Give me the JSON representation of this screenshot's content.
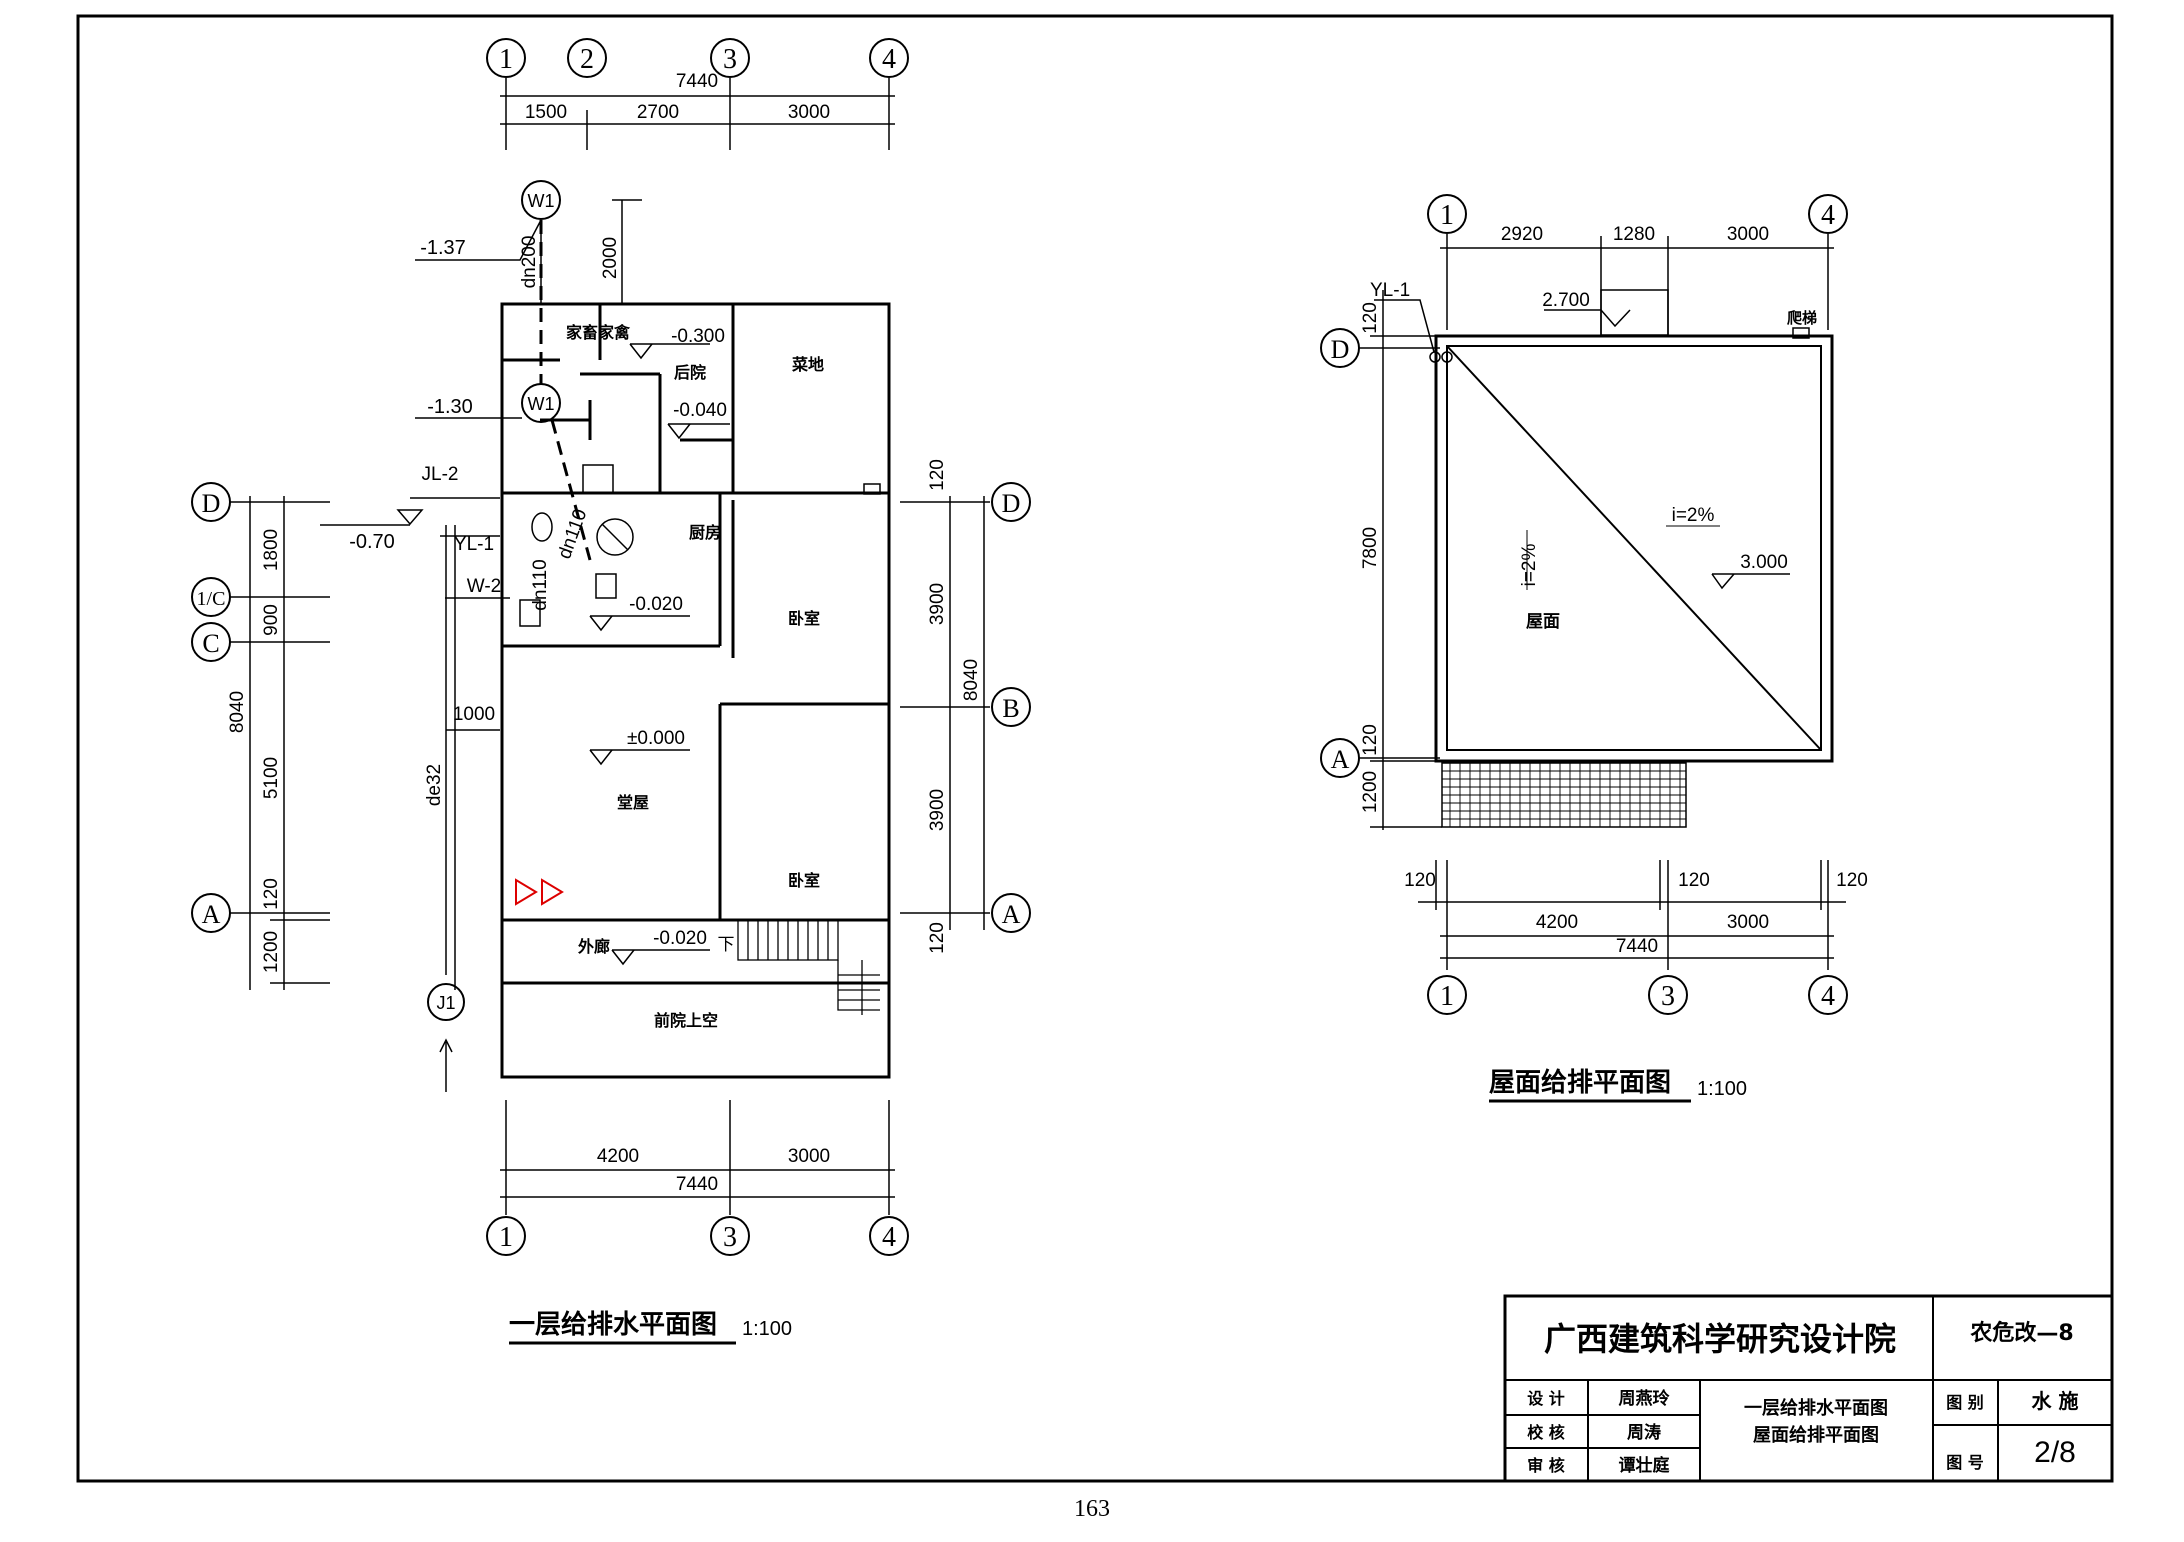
{
  "plan1": {
    "title": "一层给排水平面图",
    "scale": "1:100",
    "axes": {
      "a1": "1",
      "a2": "2",
      "a3": "3",
      "a4": "4",
      "aA": "A",
      "aB": "B",
      "aC": "C",
      "a1C": "1/C",
      "aD": "D"
    },
    "dims_top": {
      "total": "7440",
      "d1": "1500",
      "d2": "2700",
      "d3": "3000"
    },
    "dims_bottom": {
      "d1": "4200",
      "d2": "3000",
      "total": "7440"
    },
    "dims_left": {
      "d1": "1800",
      "d2": "900",
      "d3": "5100",
      "d4": "120",
      "d5": "1200",
      "total": "8040"
    },
    "dims_right": {
      "d1": "120",
      "d2": "3900",
      "d3": "3900",
      "d4": "120",
      "total": "8040"
    },
    "dim_2000": "2000",
    "dim_1000": "1000",
    "rooms": {
      "livestock": "家畜家禽",
      "backyard": "后院",
      "vegetable": "菜地",
      "kitchen": "厨房",
      "bedroom1": "卧室",
      "bedroom2": "卧室",
      "hall": "堂屋",
      "corridor": "外廊",
      "front_yard": "前院上空",
      "down": "下"
    },
    "elevations": {
      "e1": "-0.300",
      "e2": "-0.040",
      "e3": "-0.020",
      "e4": "±0.000",
      "e5": "-0.020",
      "e6": "-1.37",
      "e7": "-1.30",
      "e8": "-0.70"
    },
    "pipes": {
      "w1_top": "W1",
      "w1_mid": "W1",
      "j1": "J1",
      "jl2": "JL-2",
      "yl1": "YL-1",
      "w2": "W-2",
      "dn200": "dn200",
      "dn110a": "dn110",
      "dn110b": "dn110",
      "de32": "de32"
    }
  },
  "plan2": {
    "title": "屋面给排平面图",
    "scale": "1:100",
    "axes": {
      "a1": "1",
      "a3": "3",
      "a4": "4",
      "aA": "A",
      "aD": "D"
    },
    "dims_top": {
      "d1": "2920",
      "d2": "1280",
      "d3": "3000"
    },
    "dims_bottom": {
      "w1": "120",
      "w2": "120",
      "w3": "120",
      "d1": "4200",
      "d2": "3000",
      "total": "7440"
    },
    "dims_left": {
      "d1": "120",
      "d2": "7800",
      "d3": "120",
      "d4": "1200"
    },
    "elev_top": "2.700",
    "elev_roof": "3.000",
    "yl1": "YL-1",
    "ladder": "爬梯",
    "slope1": "i=2%",
    "slope2": "i=2%",
    "roof": "屋面"
  },
  "title_block": {
    "institute": "广西建筑科学研究设计院",
    "project": "农危改—8",
    "row_labels": [
      "设 计",
      "校 核",
      "审 核"
    ],
    "names": [
      "周燕玲",
      "周涛",
      "谭壮庭"
    ],
    "drawing_name1": "一层给排水平面图",
    "drawing_name2": "屋面给排平面图",
    "category_label": "图 别",
    "category": "水 施",
    "number_label": "图 号",
    "number": "2/8"
  },
  "page_number": "163"
}
